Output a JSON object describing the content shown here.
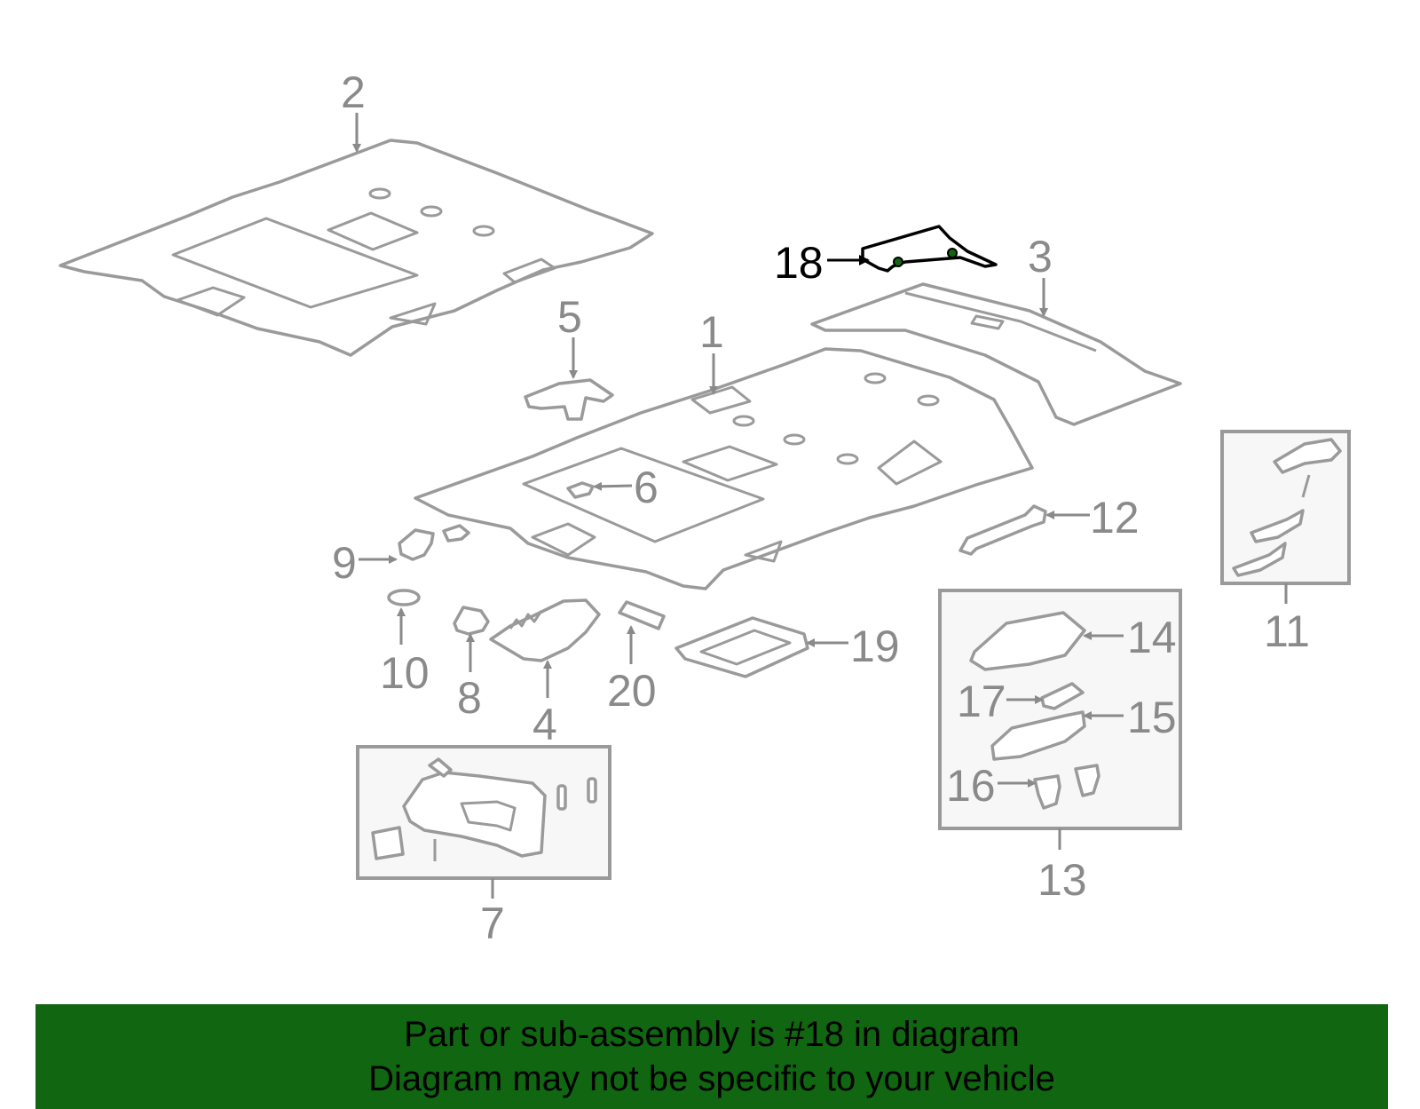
{
  "diagram": {
    "highlight_part": "18",
    "labels": {
      "p1": "1",
      "p2": "2",
      "p3": "3",
      "p4": "4",
      "p5": "5",
      "p6": "6",
      "p7": "7",
      "p8": "8",
      "p9": "9",
      "p10": "10",
      "p11": "11",
      "p12": "12",
      "p13": "13",
      "p14": "14",
      "p15": "15",
      "p16": "16",
      "p17": "17",
      "p18": "18",
      "p19": "19",
      "p20": "20"
    },
    "colors": {
      "part_line": "#9a9a9a",
      "label": "#8a8a8a",
      "highlight": "#000000",
      "banner_bg": "#116611"
    }
  },
  "banner": {
    "line1": "Part or sub-assembly is #18 in diagram",
    "line2": "Diagram may not be specific to your vehicle"
  }
}
